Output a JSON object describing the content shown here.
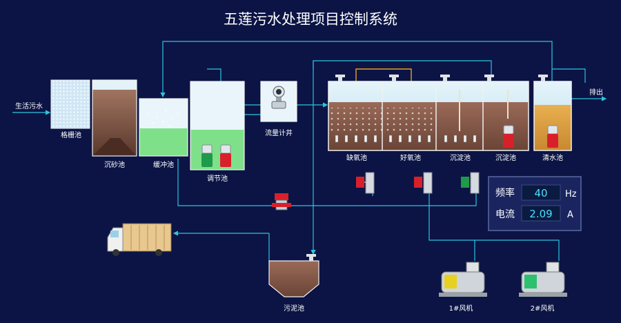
{
  "header": {
    "title": "五莲污水处理项目控制系统"
  },
  "flow": {
    "inlet_label": "生活污水",
    "outlet_label": "排出"
  },
  "units": {
    "grille": "格栅池",
    "grit": "沉砂池",
    "buffer": "缓冲池",
    "regulating": "调节池",
    "flowmeter": "流量计井",
    "anoxic": "缺氧池",
    "aerobic": "好氧池",
    "settling1": "沉淀池",
    "settling2": "沉淀池",
    "clear": "清水池",
    "sludge": "污泥池"
  },
  "blowers": {
    "blower1": "1#风机",
    "blower2": "2#风机"
  },
  "panel": {
    "freq_label": "频率",
    "freq_value": "40",
    "freq_unit": "Hz",
    "current_label": "电流",
    "current_value": "2.09",
    "current_unit": "A"
  },
  "colors": {
    "background": "#0b1444",
    "pipe": "#2cc4e0",
    "water": "#c8e8f4",
    "sludge": "#8a5a48",
    "buffer_green": "#7fe08a",
    "clear_water": "#e0a040",
    "pump_red": "#d8202a",
    "pump_green": "#1e9a4a",
    "value_box": "#0a1a40",
    "value_text": "#48e0ff"
  }
}
